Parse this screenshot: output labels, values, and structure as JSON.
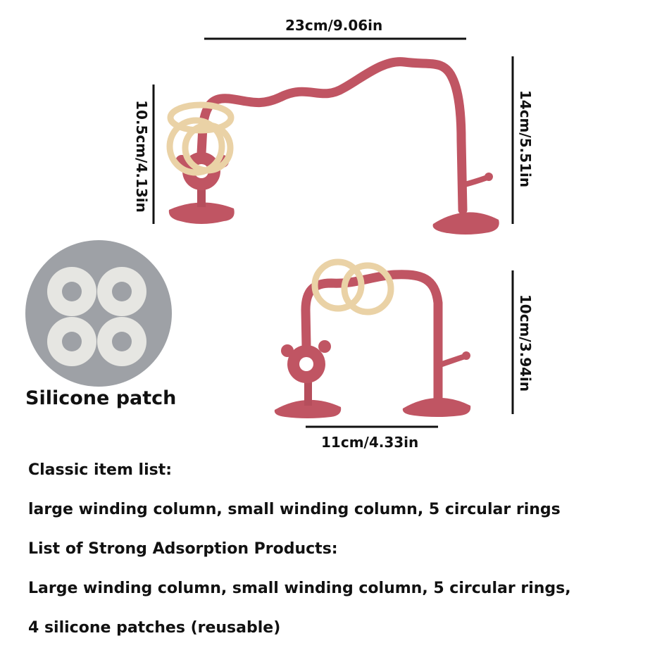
{
  "dimensions": {
    "large_width": "23cm/9.06in",
    "large_left_height": "10.5cm/4.13in",
    "large_right_height": "14cm/5.51in",
    "small_height": "10cm/3.94in",
    "small_width": "11cm/4.33in"
  },
  "silicone_patch_label": "Silicone patch",
  "item_lists": {
    "classic_heading": "Classic item list:",
    "classic_items": "large winding column, small winding column, 5 circular rings",
    "strong_heading": "List of Strong Adsorption Products:",
    "strong_items_line1": "Large winding column, small winding column, 5 circular rings,",
    "strong_items_line2": "4 silicone patches (reusable)"
  },
  "colors": {
    "column": "#c05563",
    "ring": "#ead2a6",
    "patch_bg": "#9ea1a6",
    "patch": "#e6e6e2"
  }
}
